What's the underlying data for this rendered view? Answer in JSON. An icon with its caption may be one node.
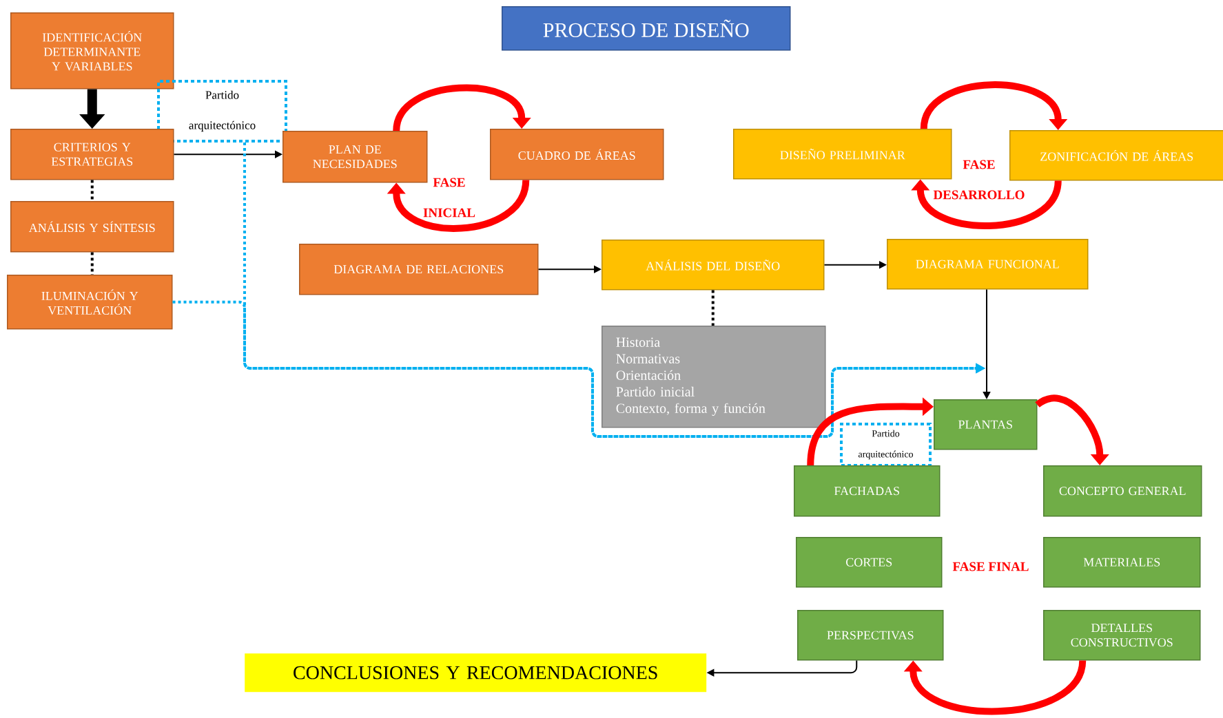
{
  "diagram": {
    "title": "PROCESO DE DISEÑO",
    "nodes": [
      {
        "text": [
          "IDENTIFICACIÓN DETERMINANTE Y VARIABLES"
        ]
      },
      {
        "text": [
          "Partido arquitectónico"
        ]
      },
      {
        "text": [
          "CRITERIOS Y ESTRATEGIAS"
        ]
      },
      {
        "text": [
          "ANÁLISIS Y SÍNTESIS"
        ]
      },
      {
        "text": [
          "ILUMINACIÓN Y VENTILACIÓN"
        ]
      },
      {
        "text": [
          "PLAN DE NECESIDADES"
        ]
      },
      {
        "text": [
          "CUADRO DE ÁREAS"
        ]
      },
      {
        "text": [
          "DIAGRAMA DE RELACIONES"
        ]
      },
      {
        "text": [
          "ANÁLISIS DEL DISEÑO"
        ]
      },
      {
        "text": [
          "DISEÑO PRELIMINAR"
        ]
      },
      {
        "text": [
          "ZONIFICACIÓN DE ÁREAS"
        ]
      },
      {
        "text": [
          "DIAGRAMA FUNCIONAL"
        ]
      },
      {
        "text": [
          "Historia",
          "Normativas",
          "Orientación",
          "Partido inicial",
          "Contexto, forma y función"
        ]
      },
      {
        "text": [
          "PLANTAS"
        ]
      },
      {
        "text": [
          "Partido arquitectónico"
        ]
      },
      {
        "text": [
          "FACHADAS"
        ]
      },
      {
        "text": [
          "CONCEPTO GENERAL"
        ]
      },
      {
        "text": [
          "CORTES"
        ]
      },
      {
        "text": [
          "MATERIALES"
        ]
      },
      {
        "text": [
          "PERSPECTIVAS"
        ]
      },
      {
        "text": [
          "DETALLES CONSTRUCTIVOS"
        ]
      },
      {
        "text": [
          "CONCLUSIONES Y RECOMENDACIONES"
        ]
      }
    ],
    "edges": [
      {
        "from": 0,
        "to": 2,
        "arrow": "to",
        "style": "thick"
      },
      {
        "from": 2,
        "to": 5,
        "arrow": "to"
      },
      {
        "from": 2,
        "to": 3,
        "arrow": "none",
        "style": "dashed"
      },
      {
        "from": 3,
        "to": 4,
        "arrow": "none",
        "style": "dashed"
      },
      {
        "from": 4,
        "to": 13,
        "arrow": "to",
        "style": "dashed",
        "color": "#00b0f0"
      },
      {
        "from": 1,
        "to": 13,
        "arrow": "to",
        "style": "dashed",
        "color": "#00b0f0"
      },
      {
        "from": 5,
        "to": 6,
        "arrow": "to",
        "style": "thick",
        "color": "#ff0000"
      },
      {
        "from": 6,
        "to": 5,
        "arrow": "to",
        "style": "thick",
        "color": "#ff0000"
      },
      {
        "from": 7,
        "to": 8,
        "arrow": "to"
      },
      {
        "from": 8,
        "to": 11,
        "arrow": "to"
      },
      {
        "from": 8,
        "to": 12,
        "arrow": "none",
        "style": "dashed"
      },
      {
        "from": 9,
        "to": 10,
        "arrow": "to",
        "style": "thick",
        "color": "#ff0000"
      },
      {
        "from": 10,
        "to": 9,
        "arrow": "to",
        "style": "thick",
        "color": "#ff0000"
      },
      {
        "from": 11,
        "to": 13,
        "arrow": "to"
      },
      {
        "from": 13,
        "to": 16,
        "arrow": "to",
        "style": "thick",
        "color": "#ff0000"
      },
      {
        "from": 15,
        "to": 13,
        "arrow": "to",
        "style": "thick",
        "color": "#ff0000"
      },
      {
        "from": 20,
        "to": 19,
        "arrow": "to",
        "style": "thick",
        "color": "#ff0000"
      },
      {
        "from": 19,
        "to": 21,
        "arrow": "to"
      }
    ],
    "labels": [
      "FASE",
      "INICIAL",
      "FASE",
      "DESARROLLO",
      "FASE FINAL"
    ]
  }
}
